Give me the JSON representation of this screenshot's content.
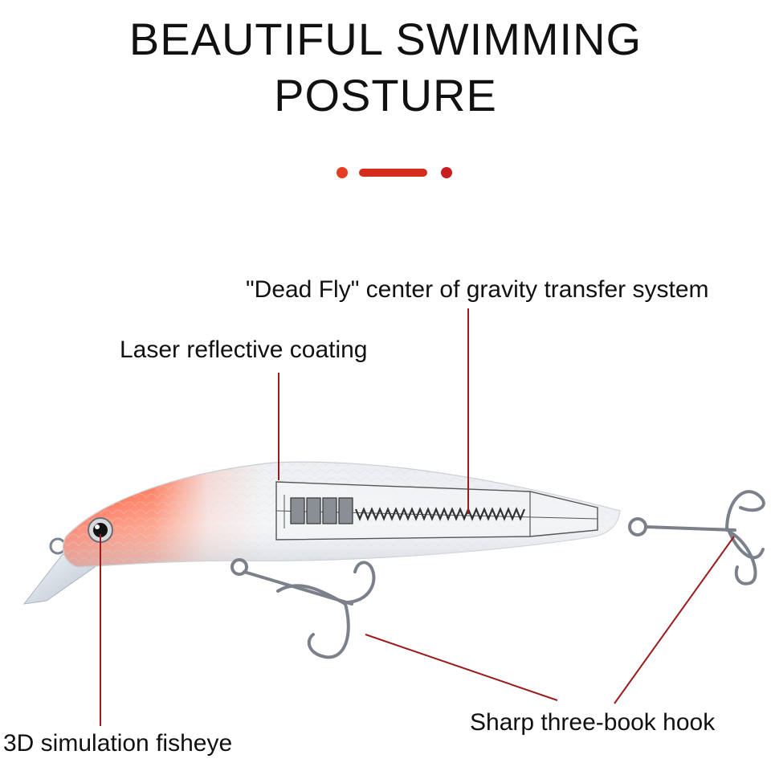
{
  "header": {
    "title_line1": "BEAUTIFUL SWIMMING",
    "title_line2": "POSTURE"
  },
  "callouts": {
    "dead_fly": "\"Dead Fly\" center of gravity transfer system",
    "laser": "Laser reflective coating",
    "fisheye": "3D simulation fisheye",
    "hook": "Sharp three-book hook"
  },
  "colors": {
    "accent": "#d9341f",
    "leader": "#9b1c1c",
    "lure_head": "#ff3d1a",
    "lure_body": "#e8ebef"
  }
}
